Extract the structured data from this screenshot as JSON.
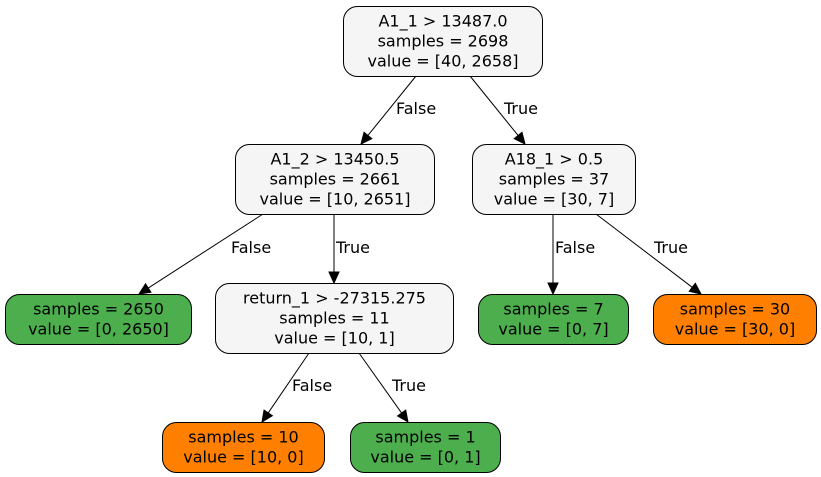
{
  "colors": {
    "split": "#f5f5f5",
    "class_1": "#4cae4c",
    "class_0": "#ff8000",
    "stroke": "#000000"
  },
  "nodes": [
    {
      "id": "n0",
      "kind": "split",
      "lines": [
        "A1_1 > 13487.0",
        "samples = 2698",
        "value = [40, 2658]"
      ]
    },
    {
      "id": "n1",
      "kind": "split",
      "lines": [
        "A1_2 > 13450.5",
        "samples = 2661",
        "value = [10, 2651]"
      ]
    },
    {
      "id": "n2",
      "kind": "split",
      "lines": [
        "A18_1 > 0.5",
        "samples = 37",
        "value = [30, 7]"
      ]
    },
    {
      "id": "n3",
      "kind": "class_1",
      "lines": [
        "samples = 2650",
        "value = [0, 2650]"
      ]
    },
    {
      "id": "n4",
      "kind": "split",
      "lines": [
        "return_1 > -27315.275",
        "samples = 11",
        "value = [10, 1]"
      ]
    },
    {
      "id": "n5",
      "kind": "class_1",
      "lines": [
        "samples = 7",
        "value = [0, 7]"
      ]
    },
    {
      "id": "n6",
      "kind": "class_0",
      "lines": [
        "samples = 30",
        "value = [30, 0]"
      ]
    },
    {
      "id": "n7",
      "kind": "class_0",
      "lines": [
        "samples = 10",
        "value = [10, 0]"
      ]
    },
    {
      "id": "n8",
      "kind": "class_1",
      "lines": [
        "samples = 1",
        "value = [0, 1]"
      ]
    }
  ],
  "edges": [
    {
      "from": "n0",
      "to": "n1",
      "label": "False"
    },
    {
      "from": "n0",
      "to": "n2",
      "label": "True"
    },
    {
      "from": "n1",
      "to": "n3",
      "label": "False"
    },
    {
      "from": "n1",
      "to": "n4",
      "label": "True"
    },
    {
      "from": "n2",
      "to": "n5",
      "label": "False"
    },
    {
      "from": "n2",
      "to": "n6",
      "label": "True"
    },
    {
      "from": "n4",
      "to": "n7",
      "label": "False"
    },
    {
      "from": "n4",
      "to": "n8",
      "label": "True"
    }
  ]
}
